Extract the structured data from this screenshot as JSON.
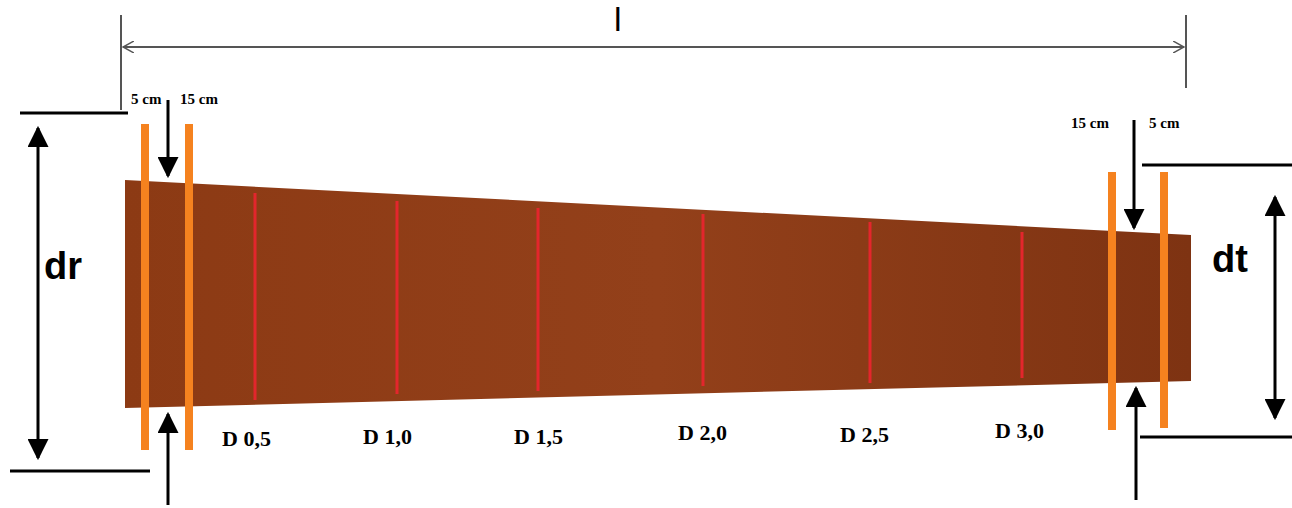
{
  "diagram": {
    "labels": [
      "l",
      "5 cm",
      "15 cm",
      "dr",
      "15 cm",
      "5 cm",
      "dt",
      "D 0,5",
      "D 1,0",
      "D 1,5",
      "D 2,0",
      "D 2,5",
      "D 3,0"
    ]
  }
}
